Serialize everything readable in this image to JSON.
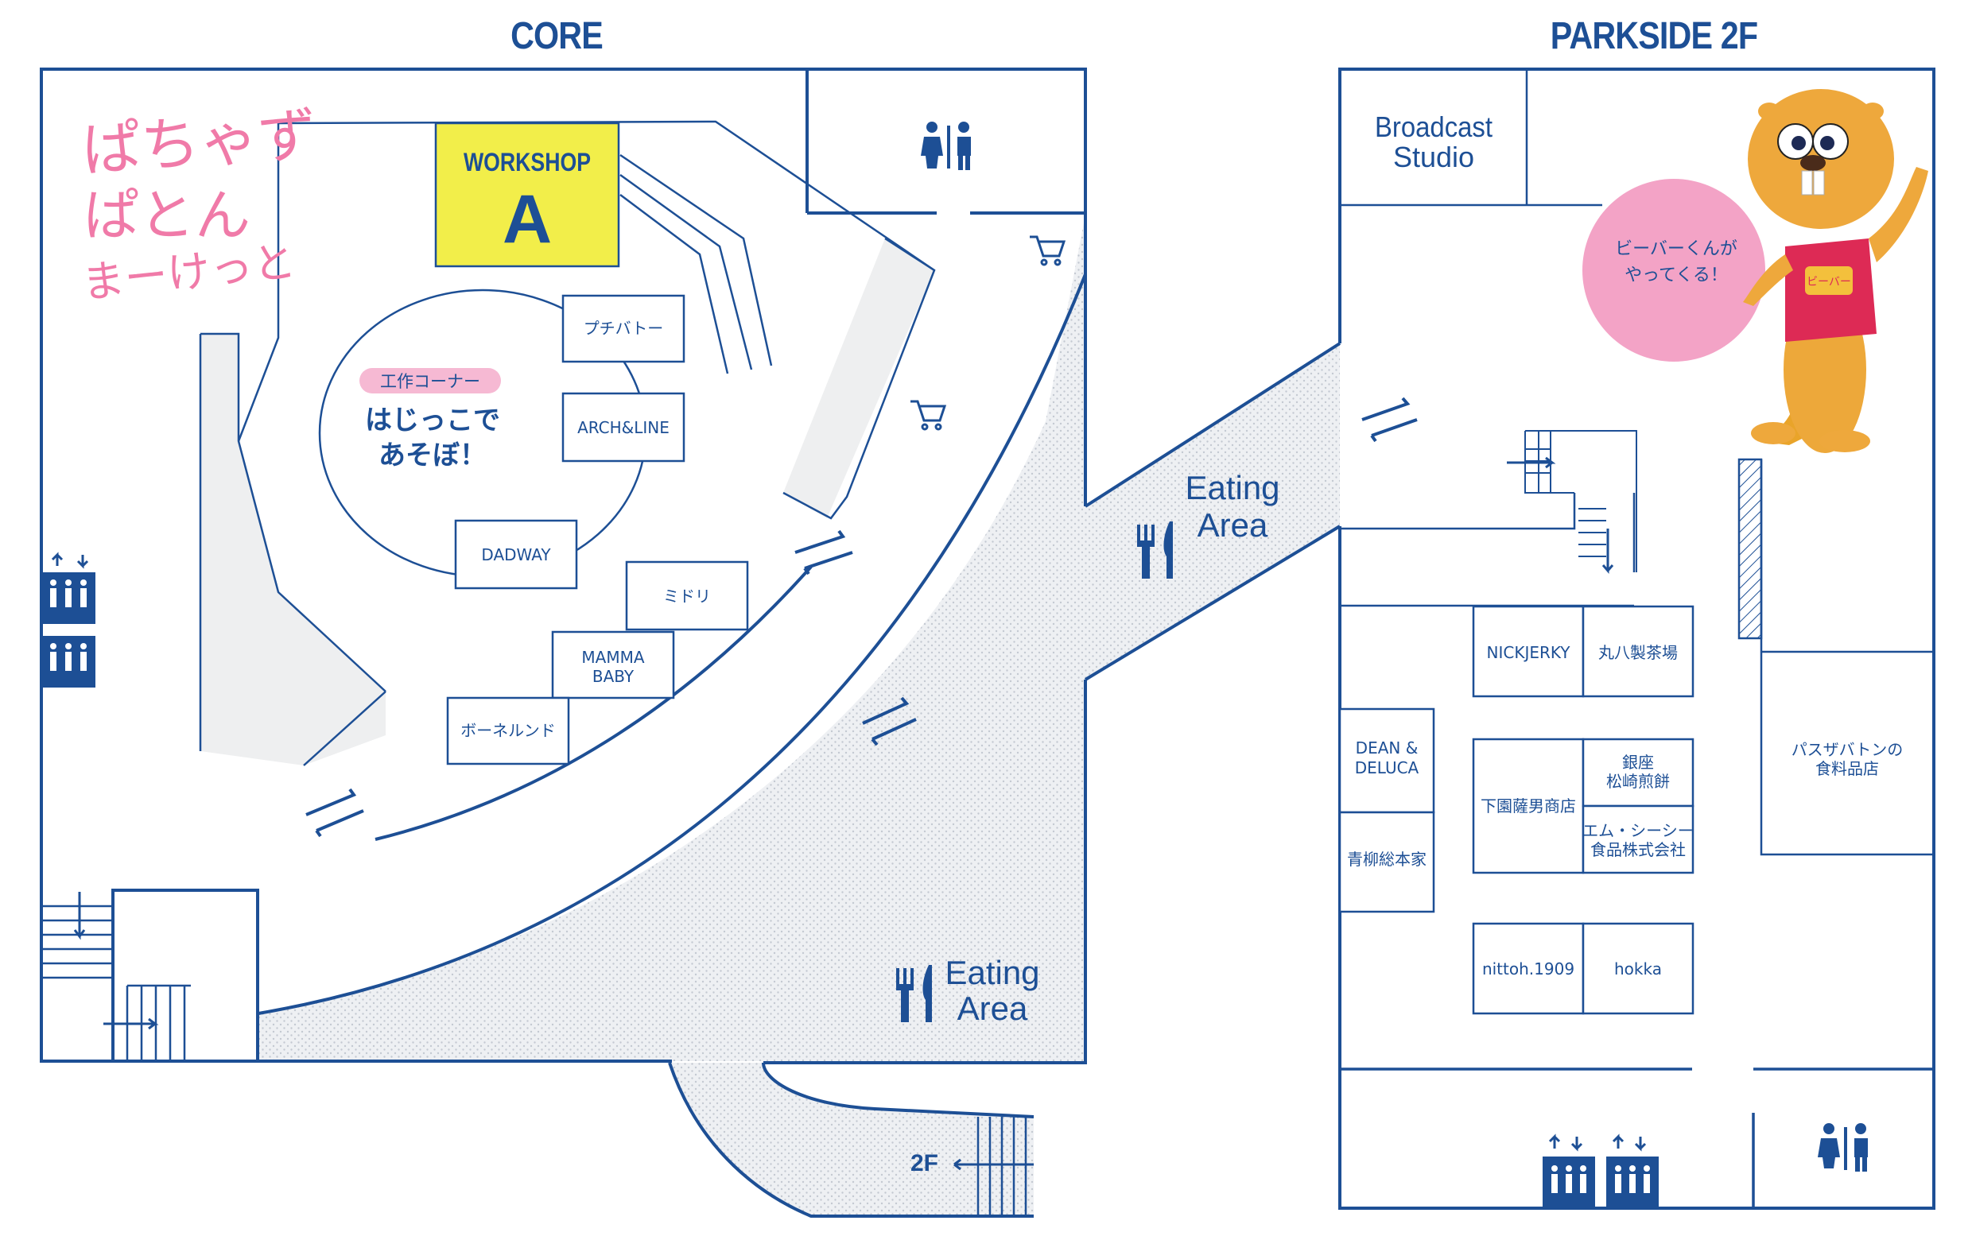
{
  "titles": {
    "core": "CORE",
    "parkside": "PARKSIDE 2F"
  },
  "logo": {
    "line1": "ぱちゃず",
    "line2": "ぱとん",
    "line3": "まーけっと"
  },
  "workshop": {
    "label": "WORKSHOP",
    "letter": "A"
  },
  "craft_corner": {
    "badge": "工作コーナー",
    "line1": "はじっこで",
    "line2": "あそぼ！"
  },
  "core_shops": {
    "petit_bateau": "プチバトー",
    "arch_line": "ARCH&LINE",
    "dadway": "DADWAY",
    "midori": "ミドリ",
    "mamma_baby_1": "MAMMA",
    "mamma_baby_2": "BABY",
    "bonerund": "ボーネルンド"
  },
  "eating_area_1": {
    "line1": "Eating",
    "line2": "Area"
  },
  "eating_area_2": {
    "line1": "Eating",
    "line2": "Area"
  },
  "stairs_2f": "2F",
  "broadcast_studio": {
    "line1": "Broadcast",
    "line2": "Studio"
  },
  "beaver": {
    "line1": "ビーバーくんが",
    "line2": "やってくる！",
    "shirt": "ビーバー"
  },
  "parkside_shops": {
    "nickjerky": "NICKJERKY",
    "maruhachi": "丸八製茶場",
    "dean_deluca_1": "DEAN &",
    "dean_deluca_2": "DELUCA",
    "aoyagi": "青柳総本家",
    "shimozono": "下園薩男商店",
    "ginza_1": "銀座",
    "ginza_2": "松崎煎餅",
    "mc_1": "エム・シーシー",
    "mc_2": "食品株式会社",
    "nittoh": "nittoh.1909",
    "hokka": "hokka",
    "pass_the_baton_1": "パスザバトンの",
    "pass_the_baton_2": "食料品店"
  },
  "icons": [
    "restroom-icon",
    "cart-icon",
    "elevator-icon",
    "escalator-icon",
    "stairs-icon",
    "fork-knife-icon"
  ],
  "colors": {
    "line": "#1d4f95",
    "workshop": "#f2ee4a",
    "bubble": "#f3a3c6",
    "logo": "#f07aa8",
    "badge": "#f6b9d3",
    "shaded": "#eeeff0"
  }
}
